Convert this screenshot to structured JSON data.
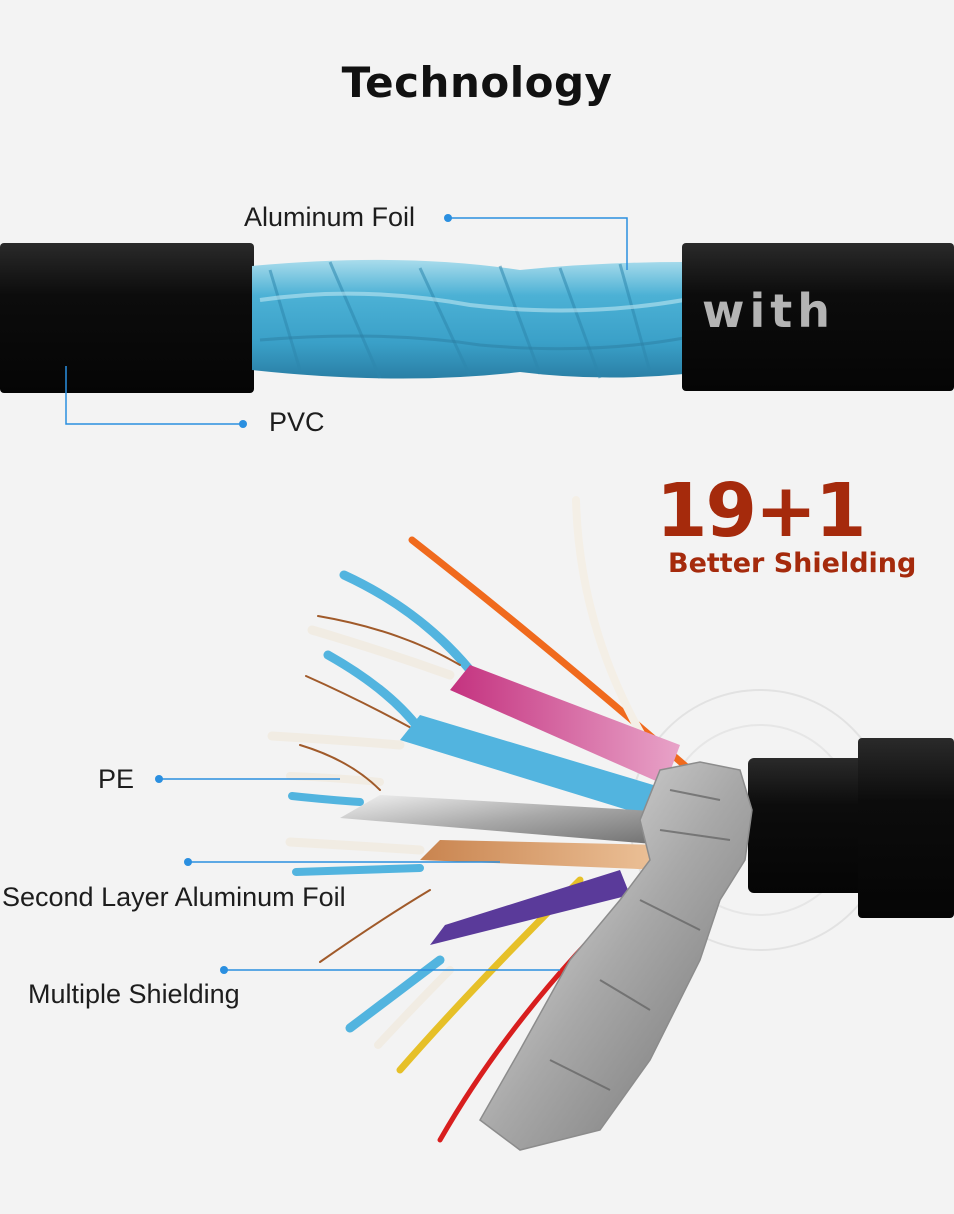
{
  "title": "Technology",
  "cable_print": "with",
  "badge": {
    "count": "19+1",
    "subtitle": "Better Shielding"
  },
  "labels": {
    "aluminum_foil": "Aluminum Foil",
    "pvc": "PVC",
    "pe": "PE",
    "second_layer": "Second Layer Aluminum Foil",
    "multiple_shielding": "Multiple Shielding"
  },
  "colors": {
    "callout_line": "#2a8fe0",
    "accent_red": "#a52a0c",
    "jacket": "#0b0b0b",
    "foil_blue": "#4fb3d6"
  }
}
